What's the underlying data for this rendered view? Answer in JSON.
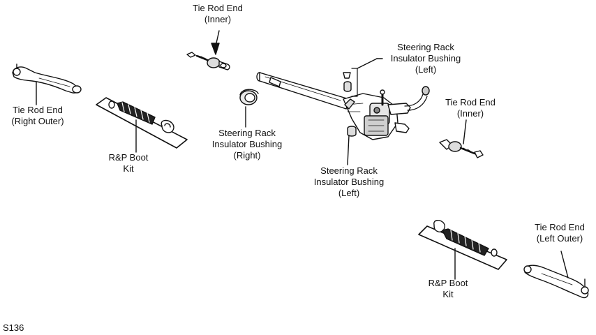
{
  "labels": {
    "tie_rod_inner_top": [
      "Tie Rod End",
      "(Inner)"
    ],
    "tie_rod_right_outer": [
      "Tie Rod End",
      "(Right Outer)"
    ],
    "rp_boot_left": [
      "R&P Boot",
      "Kit"
    ],
    "bushing_right": [
      "Steering Rack",
      "Insulator Bushing",
      "(Right)"
    ],
    "bushing_left_top": [
      "Steering Rack",
      "Insulator Bushing",
      "(Left)"
    ],
    "bushing_left_bottom": [
      "Steering Rack",
      "Insulator Bushing",
      "(Left)"
    ],
    "tie_rod_inner_right": [
      "Tie Rod End",
      "(Inner)"
    ],
    "rp_boot_right": [
      "R&P Boot",
      "Kit"
    ],
    "tie_rod_left_outer": [
      "Tie Rod End",
      "(Left Outer)"
    ]
  },
  "figure_code": "S136",
  "colors": {
    "line": "#111111",
    "fill": "#ffffff",
    "shade": "#d8d8d8"
  }
}
